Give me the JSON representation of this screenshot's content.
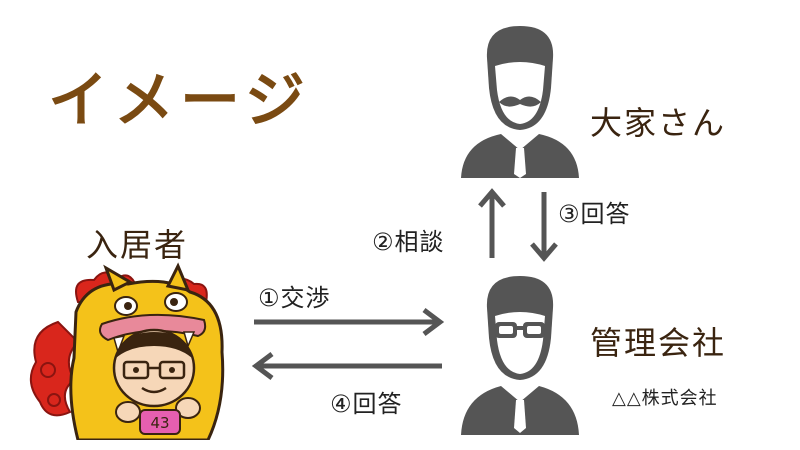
{
  "title": "イメージ",
  "roles": {
    "landlord": "大家さん",
    "resident": "入居者",
    "manager": "管理会社",
    "manager_company": "△△株式会社"
  },
  "flows": {
    "step1": "①交渉",
    "step2": "②相談",
    "step3": "③回答",
    "step4": "④回答"
  },
  "resident_badge": "43",
  "colors": {
    "title": "#7a4a12",
    "person": "#555555",
    "arrow": "#555555",
    "costume_yellow": "#f4c21a",
    "costume_red": "#d9261c",
    "badge": "#e65fb0"
  }
}
